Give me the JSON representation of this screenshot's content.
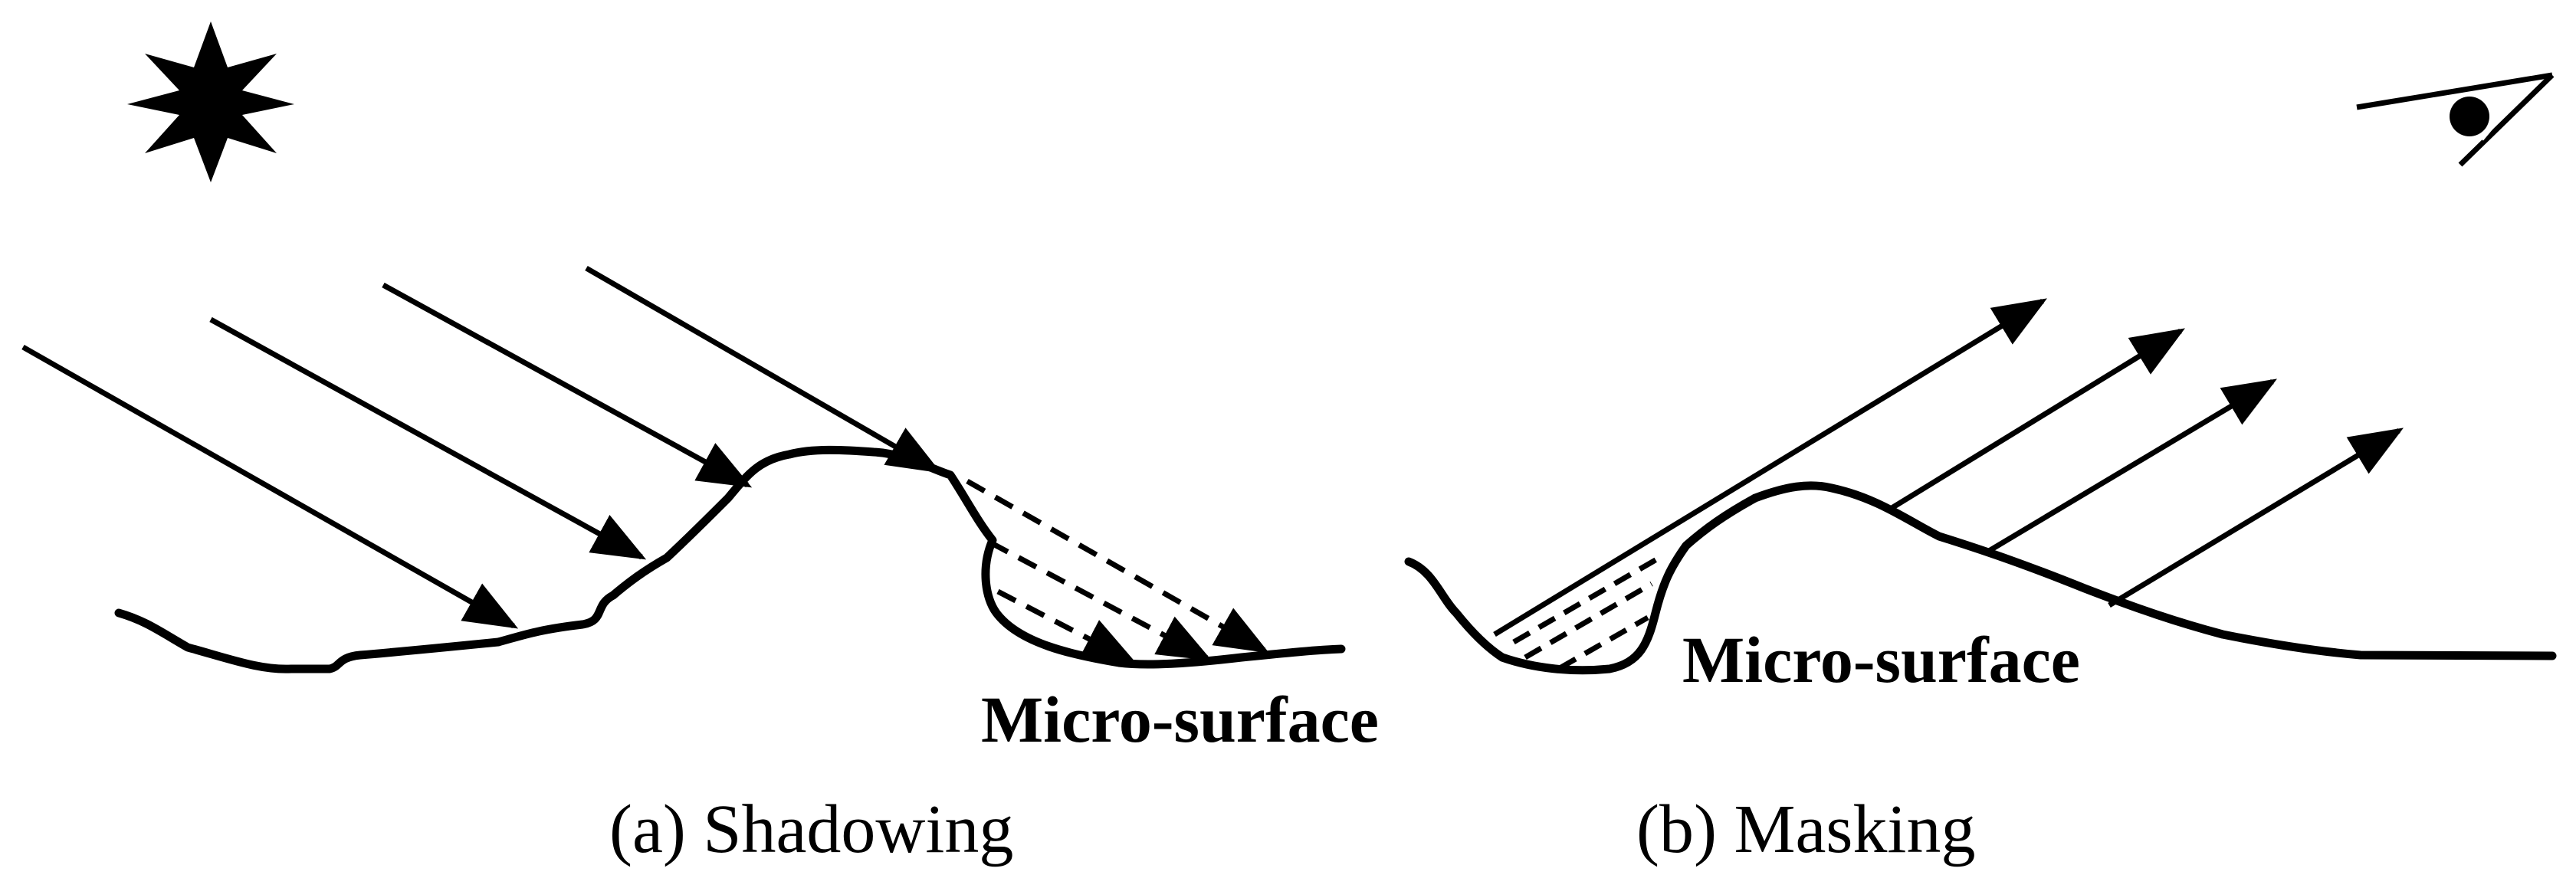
{
  "figure": {
    "panel_a": {
      "surface_label": "Micro-surface",
      "caption": "(a) Shadowing",
      "icon": "sun-icon"
    },
    "panel_b": {
      "surface_label": "Micro-surface",
      "caption": "(b) Masking",
      "icon": "eye-icon"
    }
  },
  "colors": {
    "ink": "#000000",
    "background": "#ffffff"
  }
}
